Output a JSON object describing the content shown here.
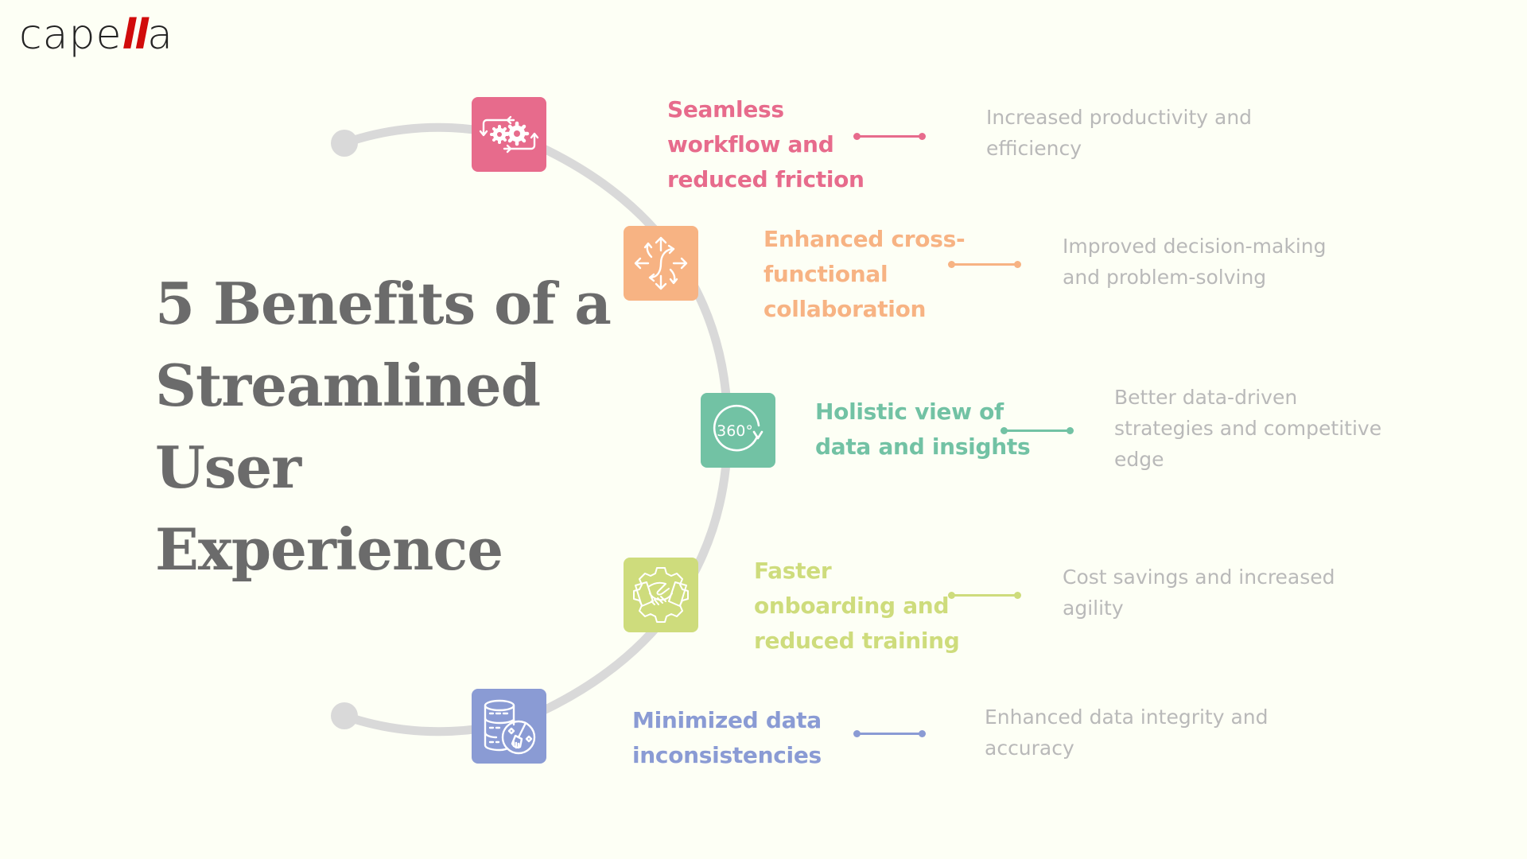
{
  "logo": {
    "prefix": "cape",
    "highlight": "ll",
    "suffix": "a"
  },
  "title": {
    "lines": [
      "5 Benefits of a",
      "Streamlined",
      "User",
      "Experience"
    ],
    "color": "#6b6b6b"
  },
  "arc_color": "#d9d9d9",
  "benefits": [
    {
      "icon": "gears-cycle-icon",
      "color": "#e76b8c",
      "heading": [
        "Seamless",
        "workflow and",
        "reduced friction"
      ],
      "description": [
        "Increased productivity and",
        "efficiency"
      ]
    },
    {
      "icon": "arrows-collaboration-icon",
      "color": "#f7b383",
      "heading": [
        "Enhanced cross-",
        "functional",
        "collaboration"
      ],
      "description": [
        "Improved decision-making",
        "and problem-solving"
      ]
    },
    {
      "icon": "360-view-icon",
      "icon_text": "360°",
      "color": "#72c2a4",
      "heading": [
        "Holistic view of",
        "data and insights"
      ],
      "description": [
        "Better data-driven",
        "strategies and competitive",
        "edge"
      ]
    },
    {
      "icon": "handshake-gear-icon",
      "color": "#cedc7c",
      "heading": [
        "Faster",
        "onboarding and",
        "reduced training"
      ],
      "description": [
        "Cost savings and increased",
        "agility"
      ]
    },
    {
      "icon": "database-clean-icon",
      "color": "#8a9bd4",
      "heading": [
        "Minimized data",
        "inconsistencies"
      ],
      "description": [
        "Enhanced data integrity and",
        "accuracy"
      ]
    }
  ],
  "description_color": "#b9b9b9",
  "background_color": "#fdfff5"
}
